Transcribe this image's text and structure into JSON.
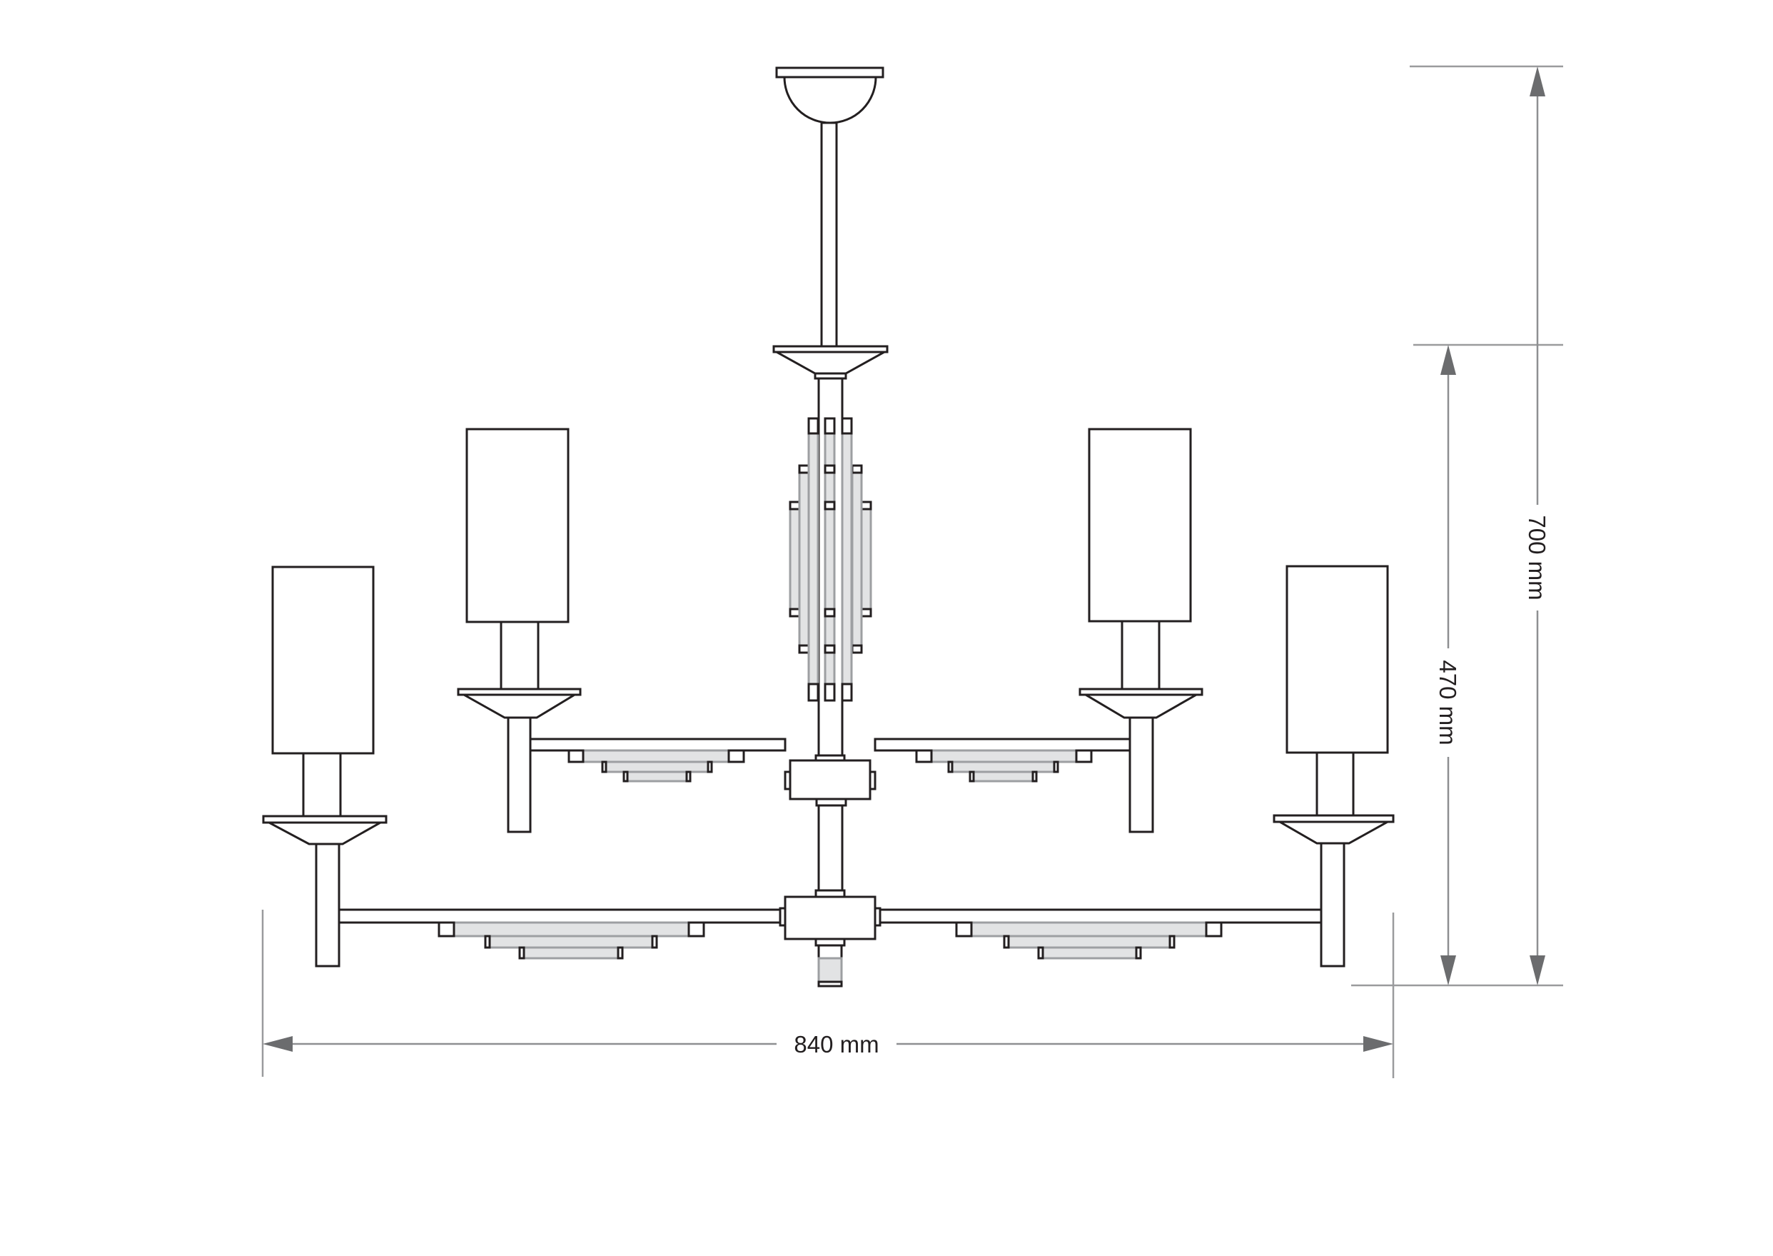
{
  "drawing": {
    "title": "Chandelier dimension drawing",
    "stroke_color": "#231f20",
    "glass_fill": "#e2e3e4",
    "dimension_color": "#8e8f91",
    "arrow_color": "#6b6c6e"
  },
  "dimensions": {
    "width": {
      "label": "840 mm",
      "value": 840,
      "unit": "mm"
    },
    "body_height": {
      "label": "470 mm",
      "value": 470,
      "unit": "mm"
    },
    "total_height": {
      "label": "700 mm",
      "value": 700,
      "unit": "mm"
    }
  },
  "fixture": {
    "arm_count": 4,
    "shade_count": 4,
    "tiers": [
      {
        "name": "upper",
        "lamps": 2
      },
      {
        "name": "lower",
        "lamps": 2
      }
    ]
  }
}
